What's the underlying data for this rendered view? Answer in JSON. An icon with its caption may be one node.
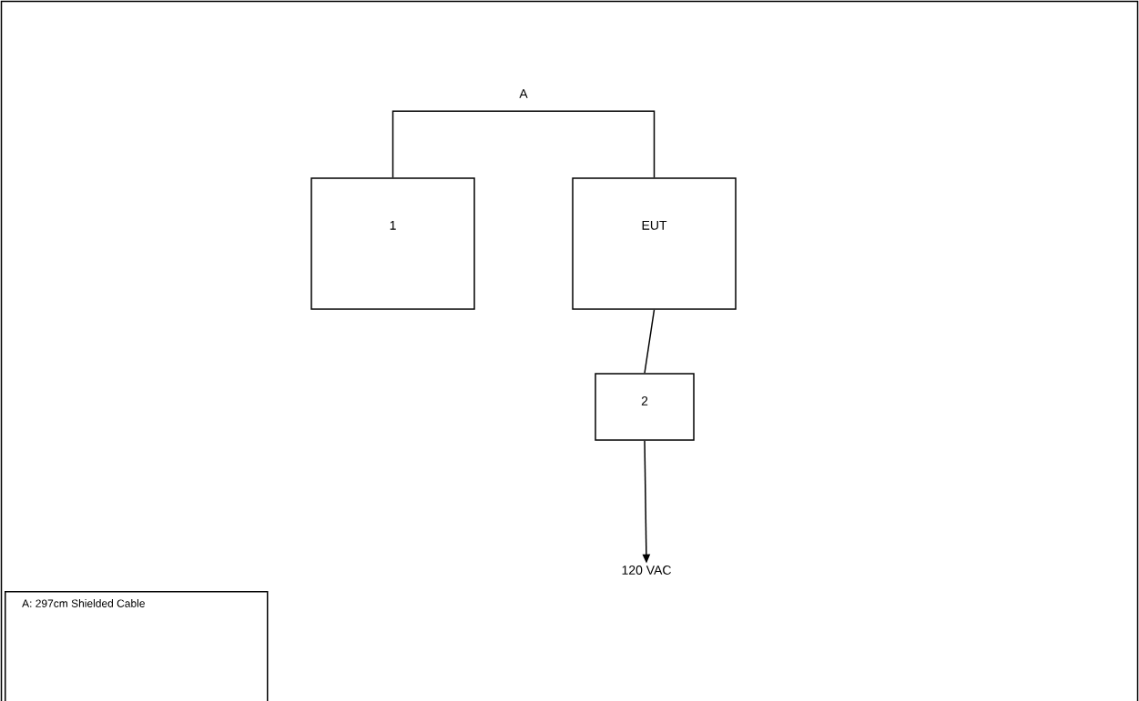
{
  "diagram": {
    "nodes": [
      {
        "text": [
          "1"
        ]
      },
      {
        "text": [
          "EUT"
        ]
      },
      {
        "text": [
          "2"
        ]
      },
      {
        "text": [
          "120 VAC"
        ]
      },
      {
        "text": [
          "A: 297cm Shielded Cable"
        ]
      }
    ],
    "edges": [
      {
        "from": 0,
        "to": 1,
        "arrow": "none",
        "label": "A"
      },
      {
        "from": 1,
        "to": 2,
        "arrow": "none"
      },
      {
        "from": 2,
        "to": 3,
        "arrow": "to"
      }
    ]
  }
}
